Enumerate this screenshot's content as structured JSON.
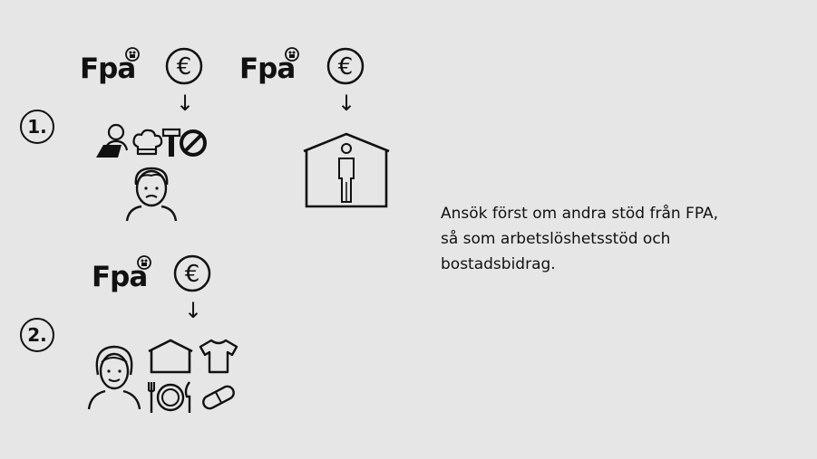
{
  "brand": {
    "name": "Fpa"
  },
  "steps": [
    {
      "label": "1."
    },
    {
      "label": "2."
    }
  ],
  "arrow_glyph": "↓",
  "currency_symbol": "€",
  "info_text": {
    "line1": "Ansök först om andra stöd från FPA,",
    "line2": "så som arbetslöshetsstöd och",
    "line3": "bostadsbidrag."
  },
  "icons": {
    "unemployment_group": [
      "laptop-worker-icon",
      "chef-hat-icon",
      "hammer-icon",
      "prohibited-icon",
      "sad-person-icon"
    ],
    "housing_group": [
      "house-with-person-icon"
    ],
    "basic_needs_group": [
      "smiling-person-icon",
      "house-icon",
      "t-shirt-icon",
      "plate-cutlery-icon",
      "pill-icon"
    ]
  },
  "colors": {
    "background": "#e6e6e6",
    "ink": "#111111"
  }
}
